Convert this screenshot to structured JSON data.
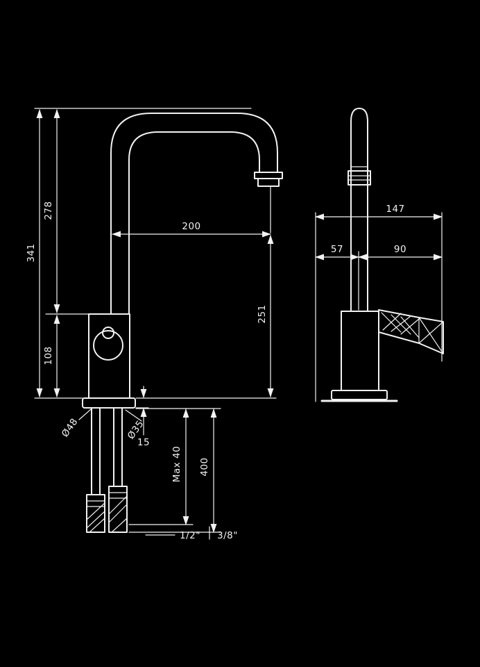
{
  "colors": {
    "background": "#000000",
    "line": "#f2f2f2"
  },
  "front_view": {
    "total_height": "341",
    "upper_height": "278",
    "body_height": "108",
    "spout_reach": "200",
    "outlet_height": "251",
    "flange_height": "15",
    "base_diameter": "Ø48",
    "hole_diameter": "Ø35",
    "max_counter_thickness": "Max 40",
    "hose_length": "400",
    "connector_left": "1/2\"",
    "connector_right": "3/8\""
  },
  "side_view": {
    "total_depth": "147",
    "front_offset": "57",
    "handle_reach": "90"
  }
}
